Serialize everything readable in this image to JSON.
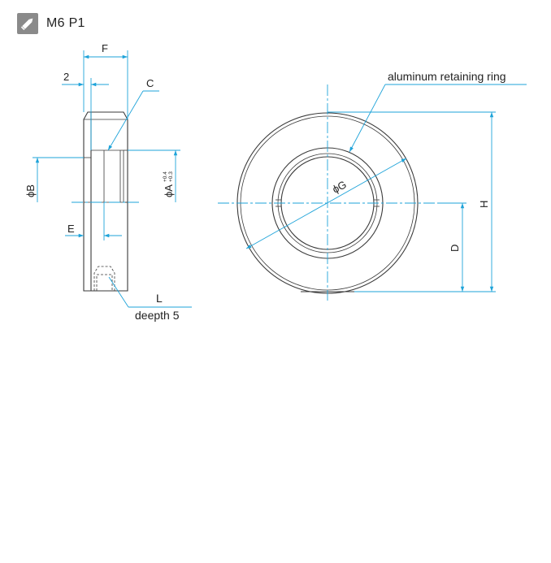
{
  "header": {
    "title": "M6 P1",
    "icon": "pencil-edit-icon",
    "icon_color": "#8a8a8a"
  },
  "labels": {
    "F": "F",
    "two": "2",
    "C": "C",
    "phiB": "ϕB",
    "phiA": "ϕA",
    "tol_upper": "+0.4",
    "tol_lower": "+0.3",
    "E": "E",
    "L": "L",
    "depth": "deepth 5",
    "ring": "aluminum retaining ring",
    "phiG": "ϕG",
    "D": "D",
    "H": "H"
  },
  "colors": {
    "dimension": "#1ea3d9",
    "outline": "#3a3a3a"
  }
}
